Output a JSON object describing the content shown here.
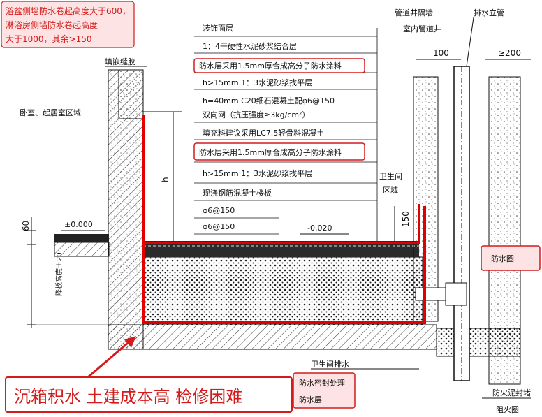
{
  "note_top_left": [
    "浴盆侧墙防水卷起高度大于600，",
    "淋浴房侧墙防水卷起高度",
    "大于1000，其余>150"
  ],
  "labels": {
    "caulk": "填嵌缝胶",
    "bedroom": "卧室、起居室区域",
    "finish_layer": "装饰面层",
    "bonding_layer": "1：4干硬性水泥砂浆结合层",
    "waterproof_1": "防水层采用1.5mm厚合成高分子防水涂料",
    "leveling_1": "h>15mm 1：3水泥砂浆找平层",
    "concrete_1": "h=40mm C20细石混凝土配φ6@150",
    "concrete_2": "双向网（抗压强度≥3kg/cm²）",
    "fill": "填充料建议采用LC7.5轻骨料混凝土",
    "waterproof_2": "防水层采用1.5mm厚合成高分子防水涂料",
    "leveling_2": "h>15mm 1：3水泥砂浆找平层",
    "slab": "现浇钢筋混凝土楼板",
    "rebar_1": "φ6@150",
    "rebar_2": "φ6@150",
    "pipe_wall": "管道井隔墙",
    "pipe_shaft": "室内管道井",
    "drain_riser": "排水立管",
    "bathroom_area_1": "卫生间",
    "bathroom_area_2": "区域",
    "waterproof_ring": "防水圈",
    "bathroom_drain": "卫生间排水",
    "seal_treatment": "防水密封处理",
    "waterproof_layer": "防水层",
    "fire_mortar": "防火泥封堵",
    "fire_ring": "阻火圈",
    "h_dim": "h",
    "elev_zero": "±0.000",
    "elev_neg": "-0.020",
    "dim_60": "60",
    "dim_150": "150",
    "dim_100": "100",
    "dim_200": "≥200",
    "drop_height": "降板高度＋20"
  },
  "banner": "沉箱积水 土建成本高  检修困难",
  "colors": {
    "callout": "#d41a1a",
    "callout_fill": "#fde3e3",
    "waterproof": "#e00000",
    "hatch": "#333333"
  }
}
